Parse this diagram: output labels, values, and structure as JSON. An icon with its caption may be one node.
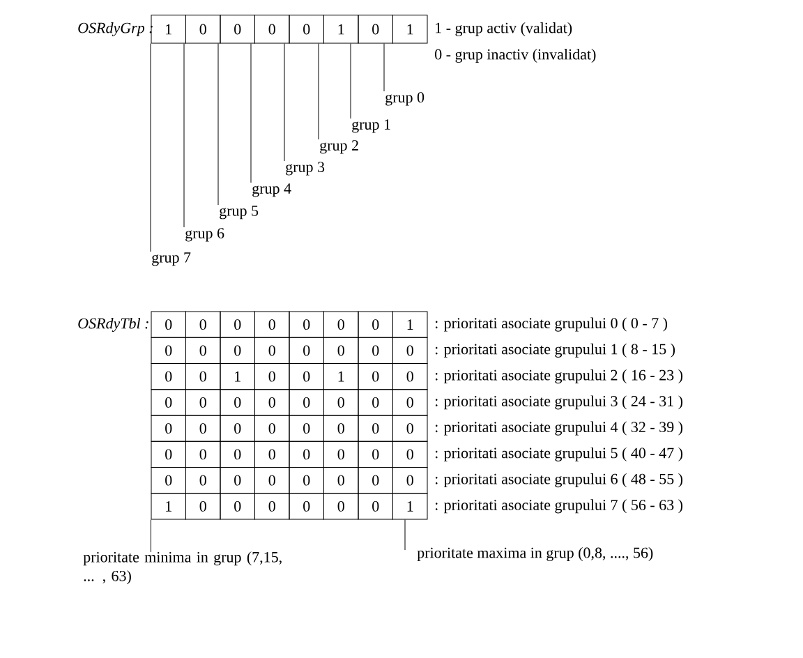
{
  "diagram": {
    "nodes": [
      {
        "text": [
          "1"
        ]
      },
      {
        "text": [
          "0"
        ]
      },
      {
        "text": [
          "0"
        ]
      },
      {
        "text": [
          "0"
        ]
      },
      {
        "text": [
          "0"
        ]
      },
      {
        "text": [
          "1"
        ]
      },
      {
        "text": [
          "0"
        ]
      },
      {
        "text": [
          "1"
        ]
      },
      {
        "text": [
          "grup 0"
        ]
      },
      {
        "text": [
          "grup 1"
        ]
      },
      {
        "text": [
          "grup 2"
        ]
      },
      {
        "text": [
          "grup 3"
        ]
      },
      {
        "text": [
          "grup 4"
        ]
      },
      {
        "text": [
          "grup 5"
        ]
      },
      {
        "text": [
          "grup 6"
        ]
      },
      {
        "text": [
          "grup 7"
        ]
      },
      {
        "text": [
          "0"
        ]
      },
      {
        "text": [
          "0"
        ]
      },
      {
        "text": [
          "0"
        ]
      },
      {
        "text": [
          "0"
        ]
      },
      {
        "text": [
          "0"
        ]
      },
      {
        "text": [
          "0"
        ]
      },
      {
        "text": [
          "0"
        ]
      },
      {
        "text": [
          "1"
        ]
      },
      {
        "text": [
          "0"
        ]
      },
      {
        "text": [
          "0"
        ]
      },
      {
        "text": [
          "0"
        ]
      },
      {
        "text": [
          "0"
        ]
      },
      {
        "text": [
          "0"
        ]
      },
      {
        "text": [
          "0"
        ]
      },
      {
        "text": [
          "0"
        ]
      },
      {
        "text": [
          "0"
        ]
      },
      {
        "text": [
          "0"
        ]
      },
      {
        "text": [
          "0"
        ]
      },
      {
        "text": [
          "1"
        ]
      },
      {
        "text": [
          "0"
        ]
      },
      {
        "text": [
          "0"
        ]
      },
      {
        "text": [
          "1"
        ]
      },
      {
        "text": [
          "0"
        ]
      },
      {
        "text": [
          "0"
        ]
      },
      {
        "text": [
          "0"
        ]
      },
      {
        "text": [
          "0"
        ]
      },
      {
        "text": [
          "0"
        ]
      },
      {
        "text": [
          "0"
        ]
      },
      {
        "text": [
          "0"
        ]
      },
      {
        "text": [
          "0"
        ]
      },
      {
        "text": [
          "0"
        ]
      },
      {
        "text": [
          "0"
        ]
      },
      {
        "text": [
          "0"
        ]
      },
      {
        "text": [
          "0"
        ]
      },
      {
        "text": [
          "0"
        ]
      },
      {
        "text": [
          "0"
        ]
      },
      {
        "text": [
          "0"
        ]
      },
      {
        "text": [
          "0"
        ]
      },
      {
        "text": [
          "0"
        ]
      },
      {
        "text": [
          "0"
        ]
      },
      {
        "text": [
          "0"
        ]
      },
      {
        "text": [
          "0"
        ]
      },
      {
        "text": [
          "0"
        ]
      },
      {
        "text": [
          "0"
        ]
      },
      {
        "text": [
          "0"
        ]
      },
      {
        "text": [
          "0"
        ]
      },
      {
        "text": [
          "0"
        ]
      },
      {
        "text": [
          "0"
        ]
      },
      {
        "text": [
          "0"
        ]
      },
      {
        "text": [
          "0"
        ]
      },
      {
        "text": [
          "0"
        ]
      },
      {
        "text": [
          "0"
        ]
      },
      {
        "text": [
          "0"
        ]
      },
      {
        "text": [
          "0"
        ]
      },
      {
        "text": [
          "0"
        ]
      },
      {
        "text": [
          "0"
        ]
      },
      {
        "text": [
          "1"
        ]
      },
      {
        "text": [
          "0"
        ]
      },
      {
        "text": [
          "0"
        ]
      },
      {
        "text": [
          "0"
        ]
      },
      {
        "text": [
          "0"
        ]
      },
      {
        "text": [
          "0"
        ]
      },
      {
        "text": [
          "0"
        ]
      },
      {
        "text": [
          "1"
        ]
      },
      {
        "text": [
          "prioritate minima in grup (7,15, ... , 63)"
        ]
      },
      {
        "text": [
          "prioritate maxima in grup (0,8, ...., 56)"
        ]
      }
    ],
    "edges": [
      {
        "from": 8,
        "to": 7,
        "arrow": "none"
      },
      {
        "from": 9,
        "to": 6,
        "arrow": "none"
      },
      {
        "from": 10,
        "to": 5,
        "arrow": "none"
      },
      {
        "from": 11,
        "to": 4,
        "arrow": "none"
      },
      {
        "from": 12,
        "to": 3,
        "arrow": "none"
      },
      {
        "from": 13,
        "to": 2,
        "arrow": "none"
      },
      {
        "from": 14,
        "to": 1,
        "arrow": "none"
      },
      {
        "from": 15,
        "to": 0,
        "arrow": "none"
      },
      {
        "from": 80,
        "to": 72,
        "arrow": "none"
      },
      {
        "from": 81,
        "to": 79,
        "arrow": "none"
      }
    ],
    "labels": [
      "OSRdyGrp :",
      "1 -  grup activ (validat)",
      "0 -  grup inactiv (invalidat)",
      "OSRdyTbl :",
      ": prioritati asociate grupului 0 ( 0 - 7 )",
      ": prioritati asociate grupului 1 ( 8 - 15 )",
      ": prioritati asociate grupului 2 ( 16 - 23 )",
      ": prioritati asociate grupului 3 ( 24 - 31 )",
      ": prioritati asociate grupului 4 ( 32 - 39 )",
      ": prioritati asociate grupului 5 ( 40 - 47 )",
      ": prioritati asociate grupului 6 ( 48 - 55 )",
      ": prioritati asociate grupului 7 ( 56 - 63 )"
    ]
  }
}
